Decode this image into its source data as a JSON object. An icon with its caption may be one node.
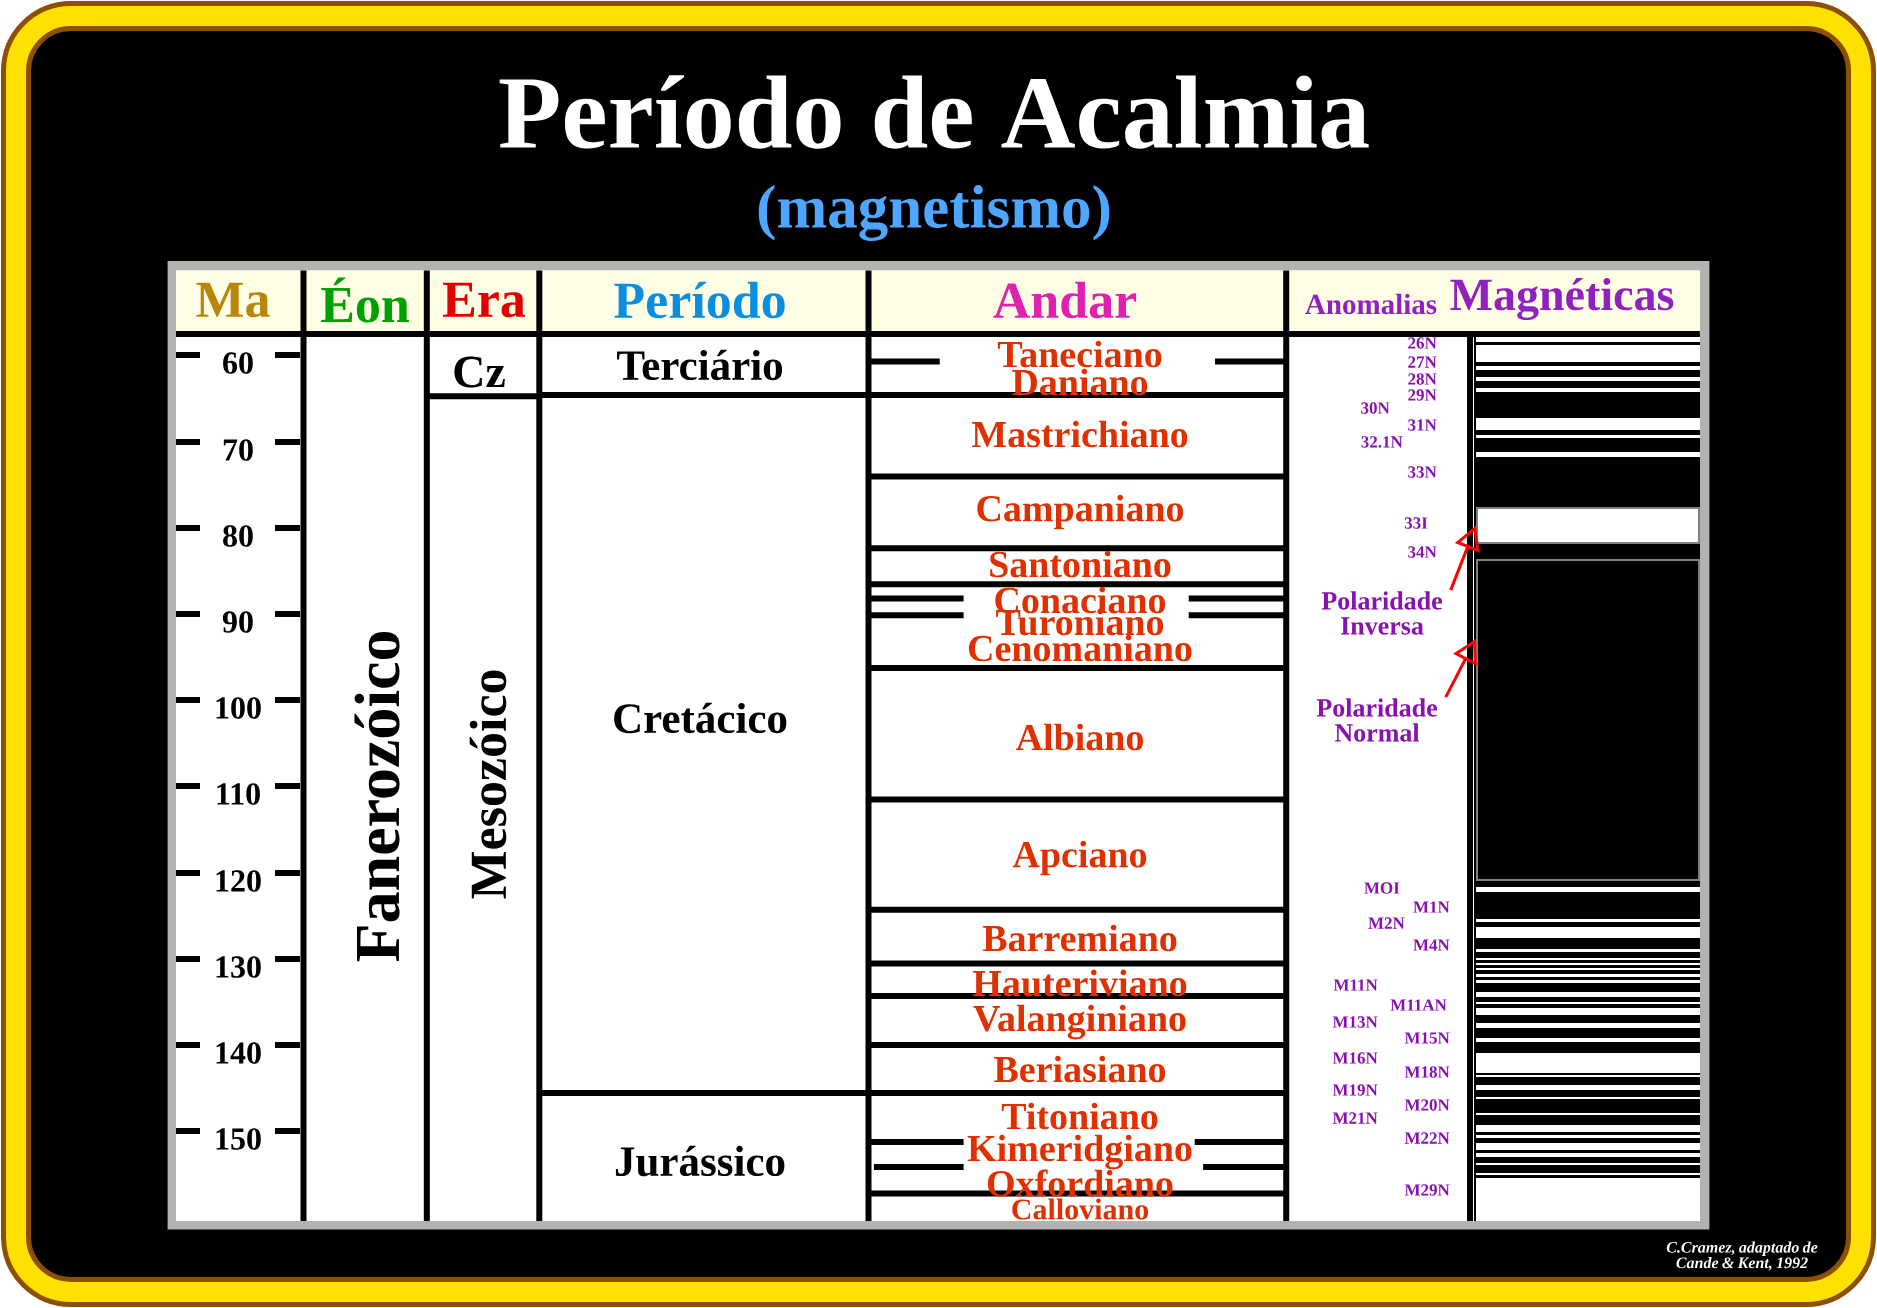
{
  "diagram": {
    "title": "Período de Acalmia",
    "nodes": [
      {
        "text": [
          "Polaridade Inversa"
        ]
      },
      {
        "text": [
          "Polaridade Normal"
        ]
      },
      {
        "text": [],
        "shape": "bar"
      },
      {
        "text": [],
        "shape": "bar"
      }
    ],
    "edges": [
      {
        "from": 0,
        "to": 2,
        "arrow": "to"
      },
      {
        "from": 1,
        "to": 3,
        "arrow": "to"
      }
    ],
    "labels": [
      "(magnetismo)",
      "Ma",
      "Éon",
      "Era",
      "Período",
      "Andar",
      "Anomalias",
      "Magnéticas",
      "60",
      "70",
      "80",
      "90",
      "100",
      "110",
      "120",
      "130",
      "140",
      "150",
      "Fanerozóico",
      "Cz",
      "Mesozóico",
      "Terciário",
      "Cretácico",
      "Jurássico",
      "Taneciano",
      "Daniano",
      "Mastrichiano",
      "Campaniano",
      "Santoniano",
      "Conaciano",
      "Turoniano",
      "Cenomaniano",
      "Albiano",
      "Apciano",
      "Barremiano",
      "Hauteriviano",
      "Valanginiano",
      "Beriasiano",
      "Titoniano",
      "Kimeridgiano",
      "Oxfordiano",
      "Calloviano",
      "26N",
      "27N",
      "28N",
      "29N",
      "30N",
      "31N",
      "32.1N",
      "33N",
      "33I",
      "34N",
      "MOI",
      "M1N",
      "M2N",
      "M4N",
      "M11N",
      "M11AN",
      "M13N",
      "M15N",
      "M16N",
      "M18N",
      "M19N",
      "M20N",
      "M21N",
      "M22N",
      "M29N",
      "C.Cramez, adaptado de Cande & Kent, 1992"
    ]
  }
}
